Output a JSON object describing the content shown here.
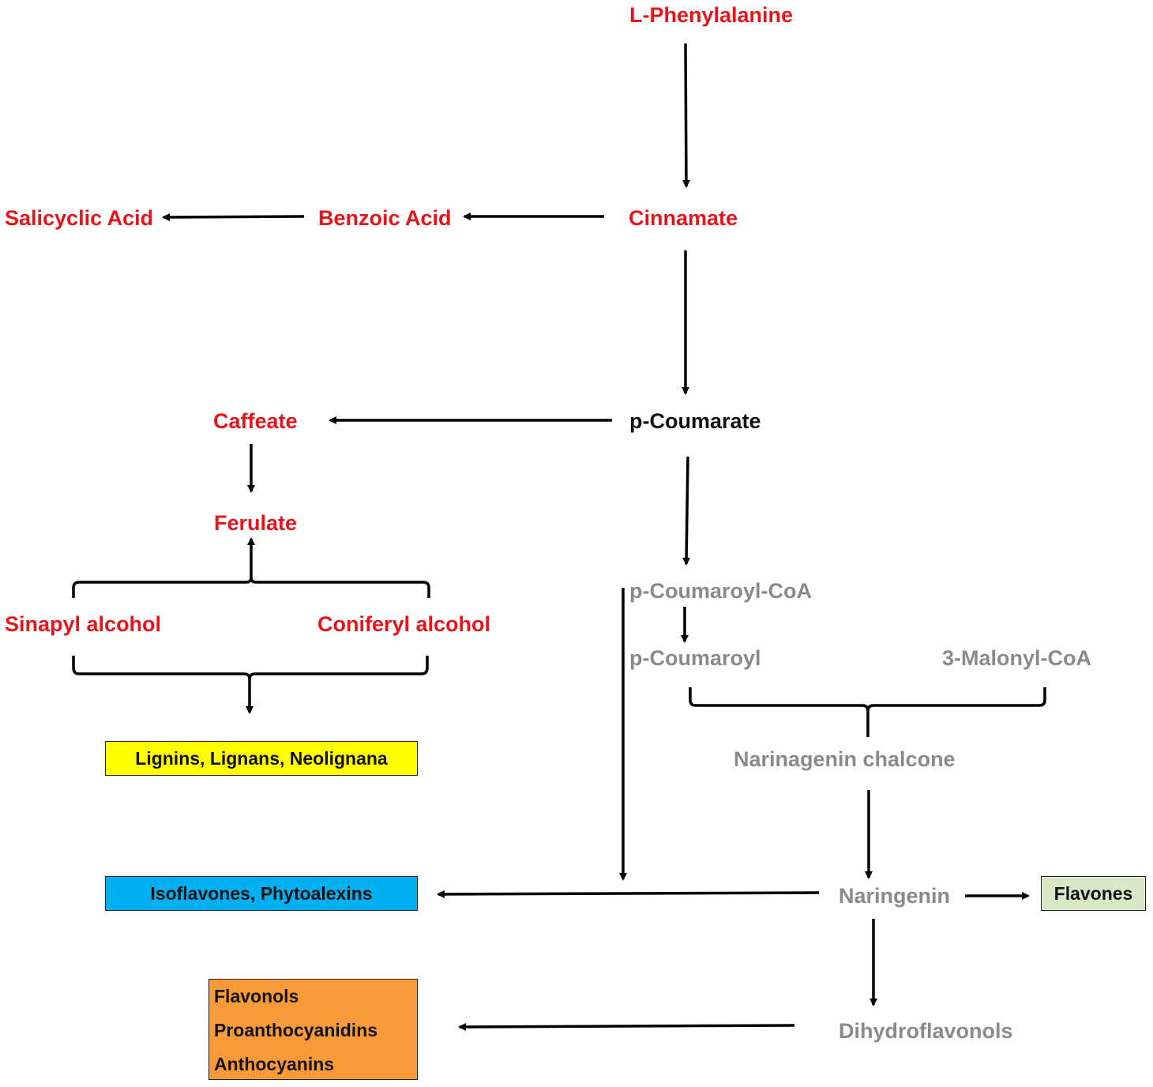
{
  "nodes": {
    "l_phenylalanine": "L-Phenylalanine",
    "cinnamate": "Cinnamate",
    "benzoic_acid": "Benzoic Acid",
    "salicylic_acid": "Salicyclic Acid",
    "p_coumarate": "p-Coumarate",
    "caffeate": "Caffeate",
    "ferulate": "Ferulate",
    "sinapyl_alcohol": "Sinapyl alcohol",
    "coniferyl_alcohol": "Coniferyl alcohol",
    "p_coumaroyl_coa": "p-Coumaroyl-CoA",
    "p_coumaroyl": "p-Coumaroyl",
    "malonyl_coa": "3-Malonyl-CoA",
    "naringenin_chalcone": "Narinagenin chalcone",
    "naringenin": "Naringenin",
    "dihydroflavonols": "Dihydroflavonols"
  },
  "products": {
    "lignins": "Lignins, Lignans, Neolignana",
    "isoflavones": "Isoflavones, Phytoalexins",
    "flavones": "Flavones",
    "flavonols_group": [
      "Flavonols",
      "Proanthocyanidins",
      "Anthocyanins"
    ]
  },
  "colors": {
    "red_text": "#e8141a",
    "gray_text": "#8a8a8a",
    "lignins_box": "#ffff00",
    "isoflavones_box": "#00b0f0",
    "flavones_box": "#d8e8c6",
    "flavonols_box": "#f99a38"
  }
}
